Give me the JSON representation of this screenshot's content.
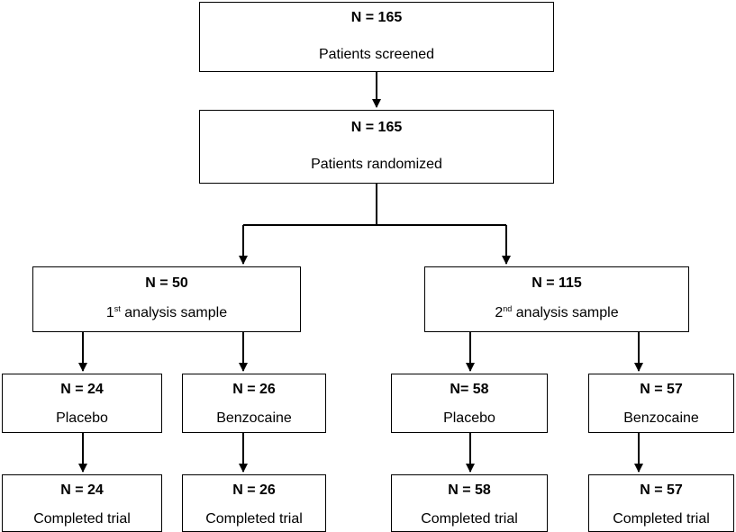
{
  "screened": {
    "n": "N = 165",
    "label": "Patients screened"
  },
  "randomized": {
    "n": "N = 165",
    "label": "Patients randomized"
  },
  "sample1": {
    "n": "N = 50",
    "ord_num": "1",
    "ord_sup": "st",
    "label": "analysis sample"
  },
  "sample2": {
    "n": "N = 115",
    "ord_num": "2",
    "ord_sup": "nd",
    "label": "analysis sample"
  },
  "groups": [
    {
      "n": "N = 24",
      "label": "Placebo",
      "done_n": "N = 24",
      "done_label": "Completed trial"
    },
    {
      "n": "N = 26",
      "label": "Benzocaine",
      "done_n": "N = 26",
      "done_label": "Completed trial"
    },
    {
      "n": "N= 58",
      "label": "Placebo",
      "done_n": "N = 58",
      "done_label": "Completed trial"
    },
    {
      "n": "N = 57",
      "label": "Benzocaine",
      "done_n": "N = 57",
      "done_label": "Completed trial"
    }
  ]
}
